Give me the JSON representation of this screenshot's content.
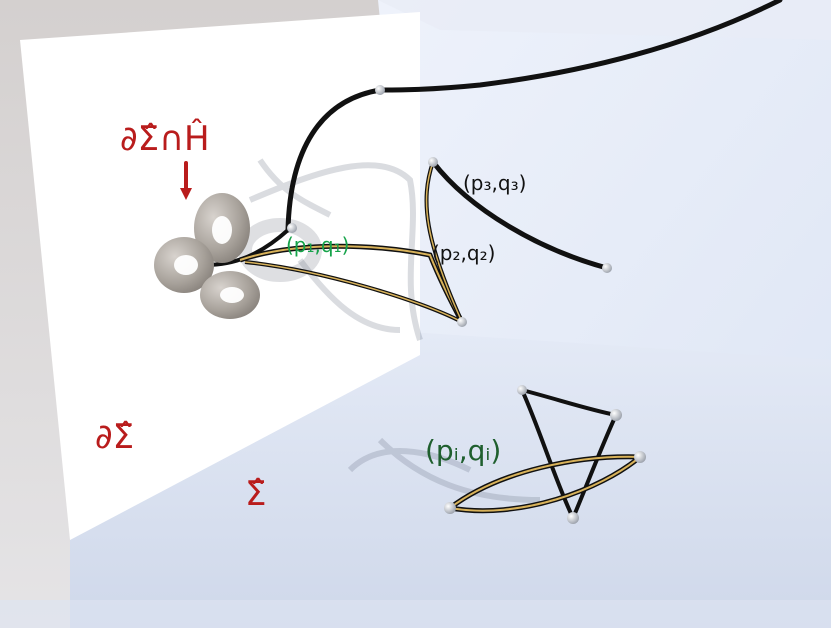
{
  "labels": {
    "boundary_intersection": "∂Σ̂∩Ĥ",
    "boundary": "∂Σ̂",
    "surface": "Σ̂",
    "p1q1": "(p₁,q₁)",
    "p2q2": "(p₂,q₂)",
    "p3q3": "(p₃,q₃)",
    "piqi": "(pᵢ,qᵢ)"
  },
  "colors": {
    "accent_red": "#b91c1c",
    "label_green": "#16a34a",
    "label_dark_green": "#1f5f2e",
    "curve_black": "#111111",
    "curve_gold": "#d8b25a",
    "torus_gray": "#a39d97",
    "wall_white": "#ffffff",
    "floor_blue": "#dfe6f4",
    "background": "#d8d4d2"
  }
}
